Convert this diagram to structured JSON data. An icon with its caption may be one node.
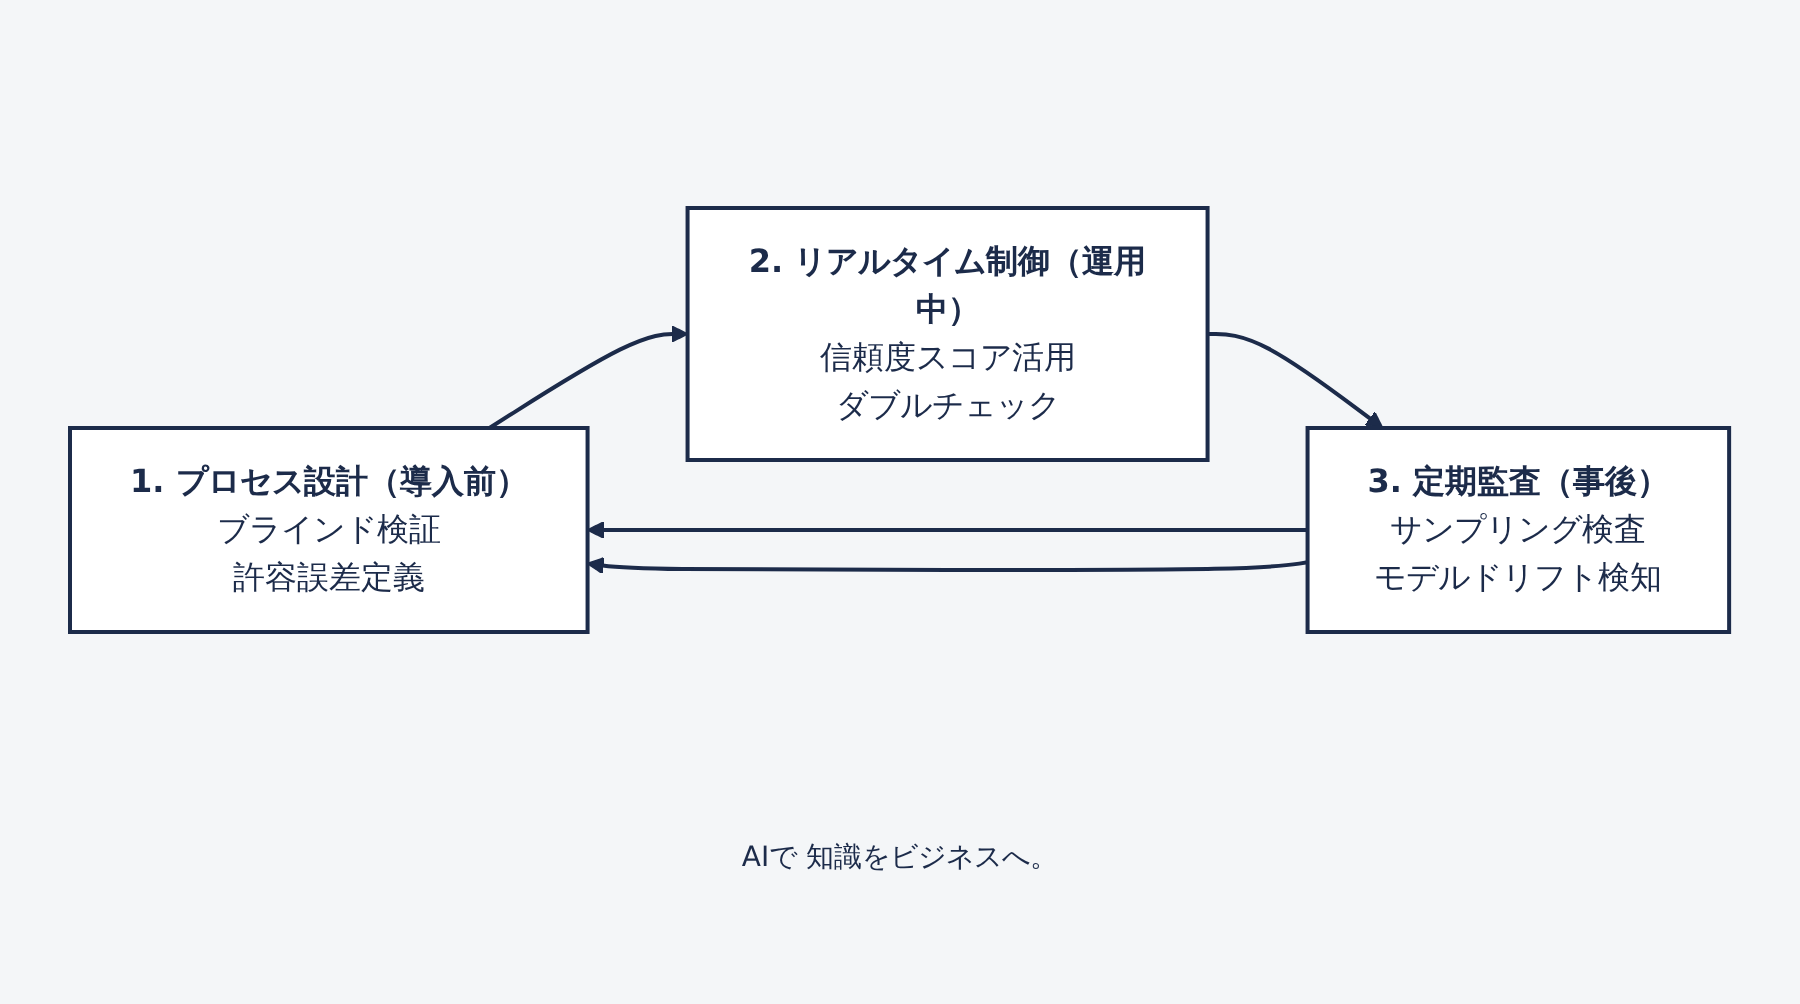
{
  "diagram": {
    "nodes": [
      {
        "text": [
          "1. プロセス設計（導入前）",
          "ブラインド検証",
          "許容誤差定義"
        ]
      },
      {
        "text": [
          "2. リアルタイム制御（運用中）",
          "信頼度スコア活用",
          "ダブルチェック"
        ]
      },
      {
        "text": [
          "3. 定期監査（事後）",
          "サンプリング検査",
          "モデルドリフト検知"
        ]
      }
    ],
    "edges": [
      {
        "from": 0,
        "to": 1,
        "arrow": "to"
      },
      {
        "from": 1,
        "to": 2,
        "arrow": "to"
      },
      {
        "from": 2,
        "to": 0,
        "arrow": "to"
      },
      {
        "from": 2,
        "to": 0,
        "arrow": "to"
      }
    ],
    "labels": [
      "AIで 知識をビジネスへ。"
    ]
  }
}
